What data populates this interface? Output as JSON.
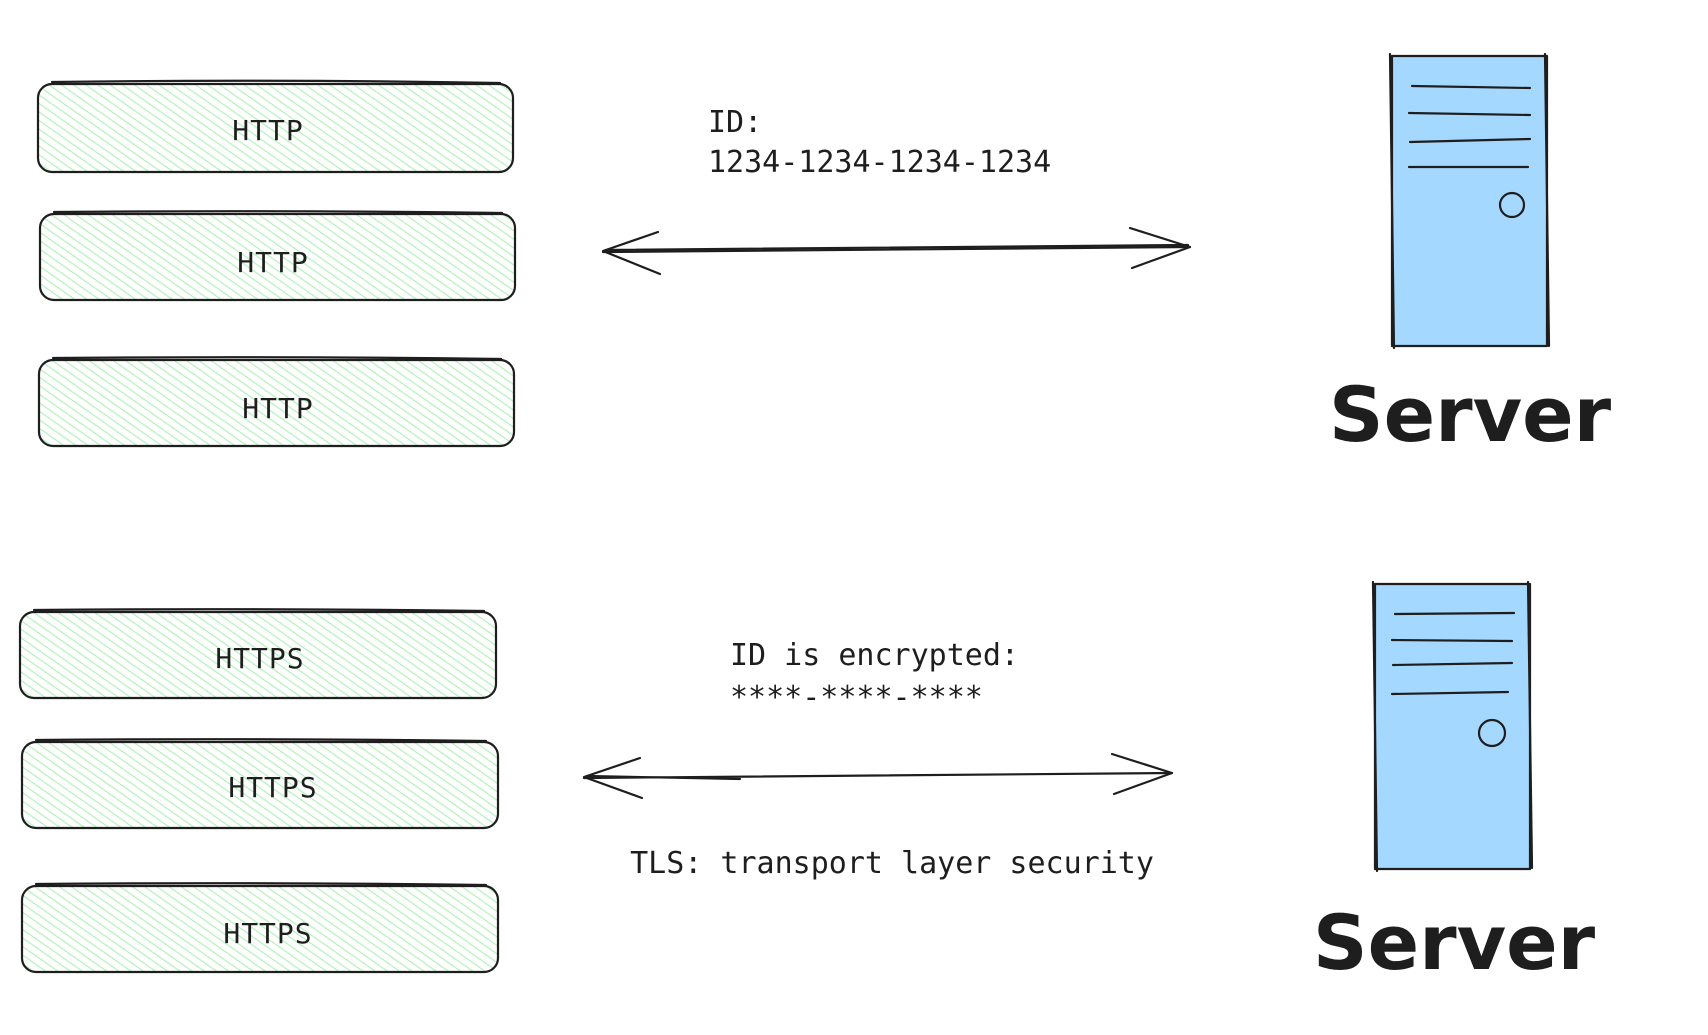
{
  "colors": {
    "box_fill": "#b2f2bb",
    "server_fill": "#a5d8ff",
    "stroke": "#1e1e1e"
  },
  "http_section": {
    "boxes": [
      "HTTP",
      "HTTP",
      "HTTP"
    ],
    "note": [
      "ID:",
      "1234-1234-1234-1234"
    ],
    "server_label": "Server"
  },
  "https_section": {
    "boxes": [
      "HTTPS",
      "HTTPS",
      "HTTPS"
    ],
    "note": [
      "ID is encrypted:",
      "****-****-****"
    ],
    "footnote": "TLS: transport layer security",
    "server_label": "Server"
  }
}
